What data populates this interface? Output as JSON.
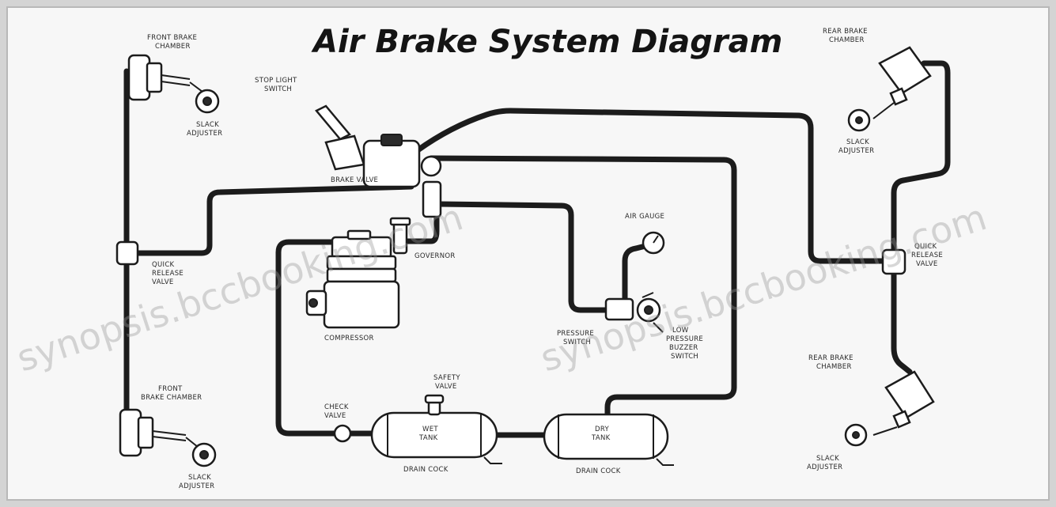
{
  "diagram": {
    "title": "Air Brake System Diagram",
    "labels": {
      "front_brake_chamber_top": [
        "FRONT BRAKE",
        "CHAMBER"
      ],
      "slack_adjuster_top_left": [
        "SLACK",
        "ADJUSTER"
      ],
      "stop_light_switch": [
        "STOP LIGHT",
        "SWITCH"
      ],
      "brake_valve": "BRAKE VALVE",
      "quick_release_valve_left": [
        "QUICK",
        "RELEASE",
        "VALVE"
      ],
      "governor": "GOVERNOR",
      "compressor": "COMPRESSOR",
      "air_gauge": "AIR GAUGE",
      "pressure_regulator": [
        "PRESSURE",
        "SWITCH"
      ],
      "low_pressure_buzzer": [
        "LOW",
        "PRESSURE",
        "BUZZER",
        "SWITCH"
      ],
      "safety_valve": [
        "SAFETY",
        "VALVE"
      ],
      "check_valve": [
        "CHECK",
        "VALVE"
      ],
      "wet_tank": [
        "WET",
        "TANK"
      ],
      "dry_tank": [
        "DRY",
        "TANK"
      ],
      "drain_cock_1": "DRAIN COCK",
      "drain_cock_2": "DRAIN COCK",
      "front_brake_chamber_bottom": [
        "FRONT",
        "BRAKE CHAMBER"
      ],
      "slack_adjuster_bottom_left": [
        "SLACK",
        "ADJUSTER"
      ],
      "rear_brake_chamber_top": [
        "REAR BRAKE",
        "CHAMBER"
      ],
      "slack_adjuster_top_right": [
        "SLACK",
        "ADJUSTER"
      ],
      "quick_release_valve_right": [
        "QUICK",
        "RELEASE",
        "VALVE"
      ],
      "rear_brake_chamber_bottom": [
        "REAR BRAKE",
        "CHAMBER"
      ],
      "slack_adjuster_bottom_right": [
        "SLACK",
        "ADJUSTER"
      ]
    },
    "watermark": "synopsis.bccbooking.com"
  }
}
